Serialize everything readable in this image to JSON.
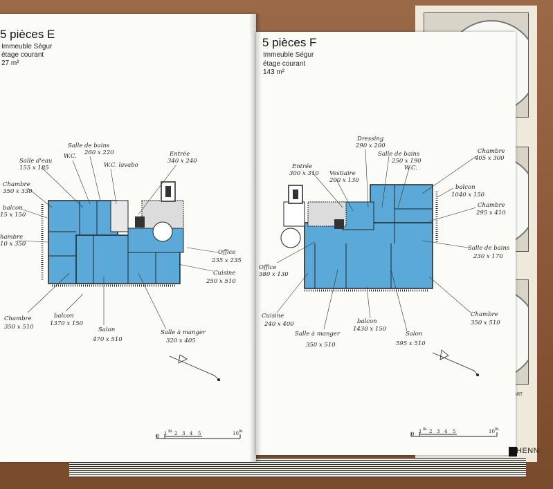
{
  "left_page": {
    "title": "5 pièces E",
    "building": "Immeuble Ségur",
    "floor": "étage courant",
    "area": "27 m²",
    "labels": {
      "bains": "Salle de bains",
      "bains_dim": "260 x 220",
      "eau": "Salle d'eau",
      "eau_dim": "155 x 185",
      "wc": "W.C.",
      "wc_lavabo": "W.C. lavabo",
      "entree": "Entrée",
      "entree_dim": "340 x 240",
      "chambre1": "Chambre",
      "chambre1_dim": "350 x 330",
      "balcon1": "balcon",
      "balcon1_dim": "15 x 150",
      "chambre2": "hambre",
      "chambre2_dim": "10 x 350",
      "office": "Office",
      "office_dim": "235 x 235",
      "cuisine": "Cuisine",
      "cuisine_dim": "250 x 510",
      "chambre3": "Chambre",
      "chambre3_dim": "350 x 510",
      "balcon2": "balcon",
      "balcon2_dim": "1370 x 150",
      "salon": "Salon",
      "salon_dim": "470 x 510",
      "sam": "Salle à manger",
      "sam_dim": "320 x 405"
    },
    "scale": {
      "zero": "0",
      "one": "1",
      "ticks": [
        "2",
        "3",
        "4",
        "5"
      ],
      "ten": "10",
      "unit": "m"
    }
  },
  "right_page": {
    "title": "5 pièces F",
    "building": "Immeuble Ségur",
    "floor": "étage courant",
    "area": "143 m²",
    "labels": {
      "dressing": "Dressing",
      "dressing_dim": "290 x 200",
      "bains": "Salle de bains",
      "bains_dim": "250 x 190",
      "wc": "W.C.",
      "entree": "Entrée",
      "entree_dim": "300 x 310",
      "vestiaire": "Vestiaire",
      "vestiaire_dim": "200 x 130",
      "chambre1": "Chambre",
      "chambre1_dim": "405 x 300",
      "balcon1": "balcon",
      "balcon1_dim": "1040 x 150",
      "chambre2": "Chambre",
      "chambre2_dim": "295 x 410",
      "bains2": "Salle de bains",
      "bains2_dim": "230 x 170",
      "office": "Office",
      "office_dim": "380 x 130",
      "chambre3": "Chambre",
      "chambre3_dim": "350 x 510",
      "cuisine": "Cuisine",
      "cuisine_dim": "240 x 400",
      "sam": "Salle à manger",
      "sam_dim": "350 x 510",
      "balcon2": "balcon",
      "balcon2_dim": "1430 x 150",
      "salon": "Salon",
      "salon_dim": "595 x 510"
    },
    "scale": {
      "zero": "0",
      "one": "1",
      "ticks": [
        "2",
        "3",
        "4",
        "5"
      ],
      "ten": "10",
      "unit": "m"
    }
  },
  "back_cover": {
    "publisher": "HENN",
    "caption": "MART"
  },
  "colors": {
    "plan_blue": "#5aa9d8",
    "plan_blue_dark": "#3f8fc4",
    "page": "#fbfbf8",
    "wood": "#8a5a3a"
  }
}
